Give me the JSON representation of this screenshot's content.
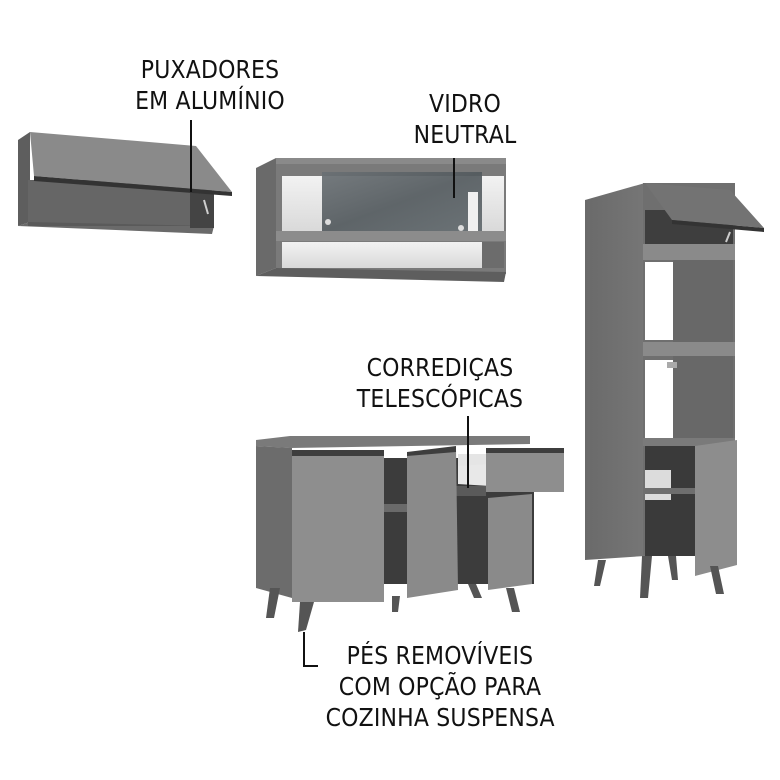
{
  "image": {
    "background": "#ffffff",
    "description": "Kitchen furniture set with feature callouts"
  },
  "callouts": {
    "handles": {
      "lines": [
        "PUXADORES",
        "EM ALUMÍNIO"
      ]
    },
    "glass": {
      "lines": [
        "VIDRO",
        "NEUTRAL"
      ]
    },
    "slides": {
      "lines": [
        "CORREDIÇAS",
        "TELESCÓPICAS"
      ]
    },
    "feet": {
      "lines": [
        "PÉS REMOVÍVEIS",
        "COM OPÇÃO PARA",
        "COZINHA SUSPENSA"
      ]
    }
  },
  "colors": {
    "cabinet_body": "#6e6e6e",
    "cabinet_dark": "#4a4a4a",
    "door_light": "#8c8c8c",
    "interior_white": "#e8e8e8",
    "glass": "#5a6064",
    "leg": "#555555",
    "text": "#111111",
    "leader_line": "#111111"
  }
}
